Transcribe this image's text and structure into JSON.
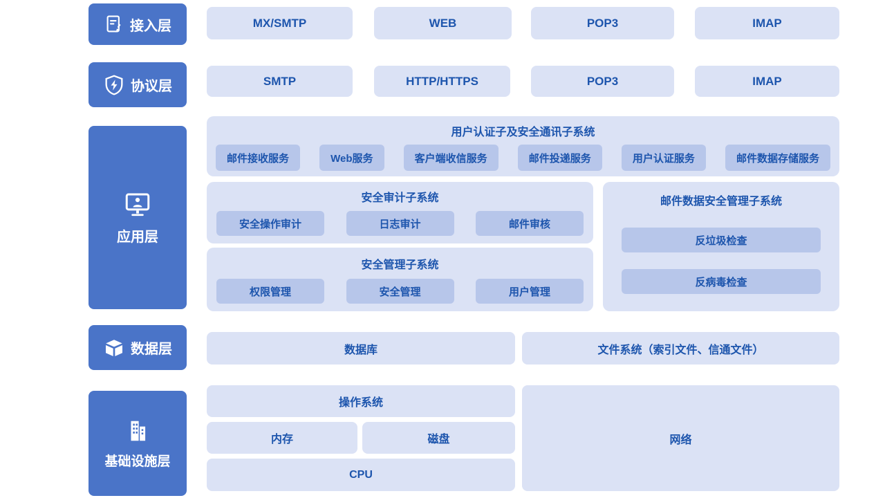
{
  "colors": {
    "badge_blue": "#4a74c8",
    "container_light": "#dbe2f5",
    "inner_medium": "#b7c6ea",
    "text_blue": "#1d55ad"
  },
  "layers": {
    "access": {
      "label": "接入层",
      "icon": "form-pen-icon"
    },
    "protocol": {
      "label": "协议层",
      "icon": "shield-bolt-icon"
    },
    "application": {
      "label": "应用层",
      "icon": "monitor-user-icon"
    },
    "data": {
      "label": "数据层",
      "icon": "open-box-icon"
    },
    "infrastructure": {
      "label": "基础设施层",
      "icon": "buildings-icon"
    }
  },
  "access_row": {
    "items": [
      "MX/SMTP",
      "WEB",
      "POP3",
      "IMAP"
    ]
  },
  "protocol_row": {
    "items": [
      "SMTP",
      "HTTP/HTTPS",
      "POP3",
      "IMAP"
    ]
  },
  "application_layer": {
    "auth_subsystem": {
      "title": "用户认证子及安全通讯子系统",
      "items": [
        "邮件接收服务",
        "Web服务",
        "客户端收信服务",
        "邮件投递服务",
        "用户认证服务",
        "邮件数据存储服务"
      ]
    },
    "audit_subsystem": {
      "title": "安全审计子系统",
      "items": [
        "安全操作审计",
        "日志审计",
        "邮件审核"
      ]
    },
    "security_mgmt_subsystem": {
      "title": "安全管理子系统",
      "items": [
        "权限管理",
        "安全管理",
        "用户管理"
      ]
    },
    "mail_data_security_subsystem": {
      "title": "邮件数据安全管理子系统",
      "items": [
        "反垃圾检查",
        "反病毒检查"
      ]
    }
  },
  "data_layer": {
    "database": "数据库",
    "file_system": "文件系统（索引文件、信通文件）"
  },
  "infrastructure_layer": {
    "os": "操作系统",
    "memory": "内存",
    "disk": "磁盘",
    "cpu": "CPU",
    "network": "网络"
  }
}
